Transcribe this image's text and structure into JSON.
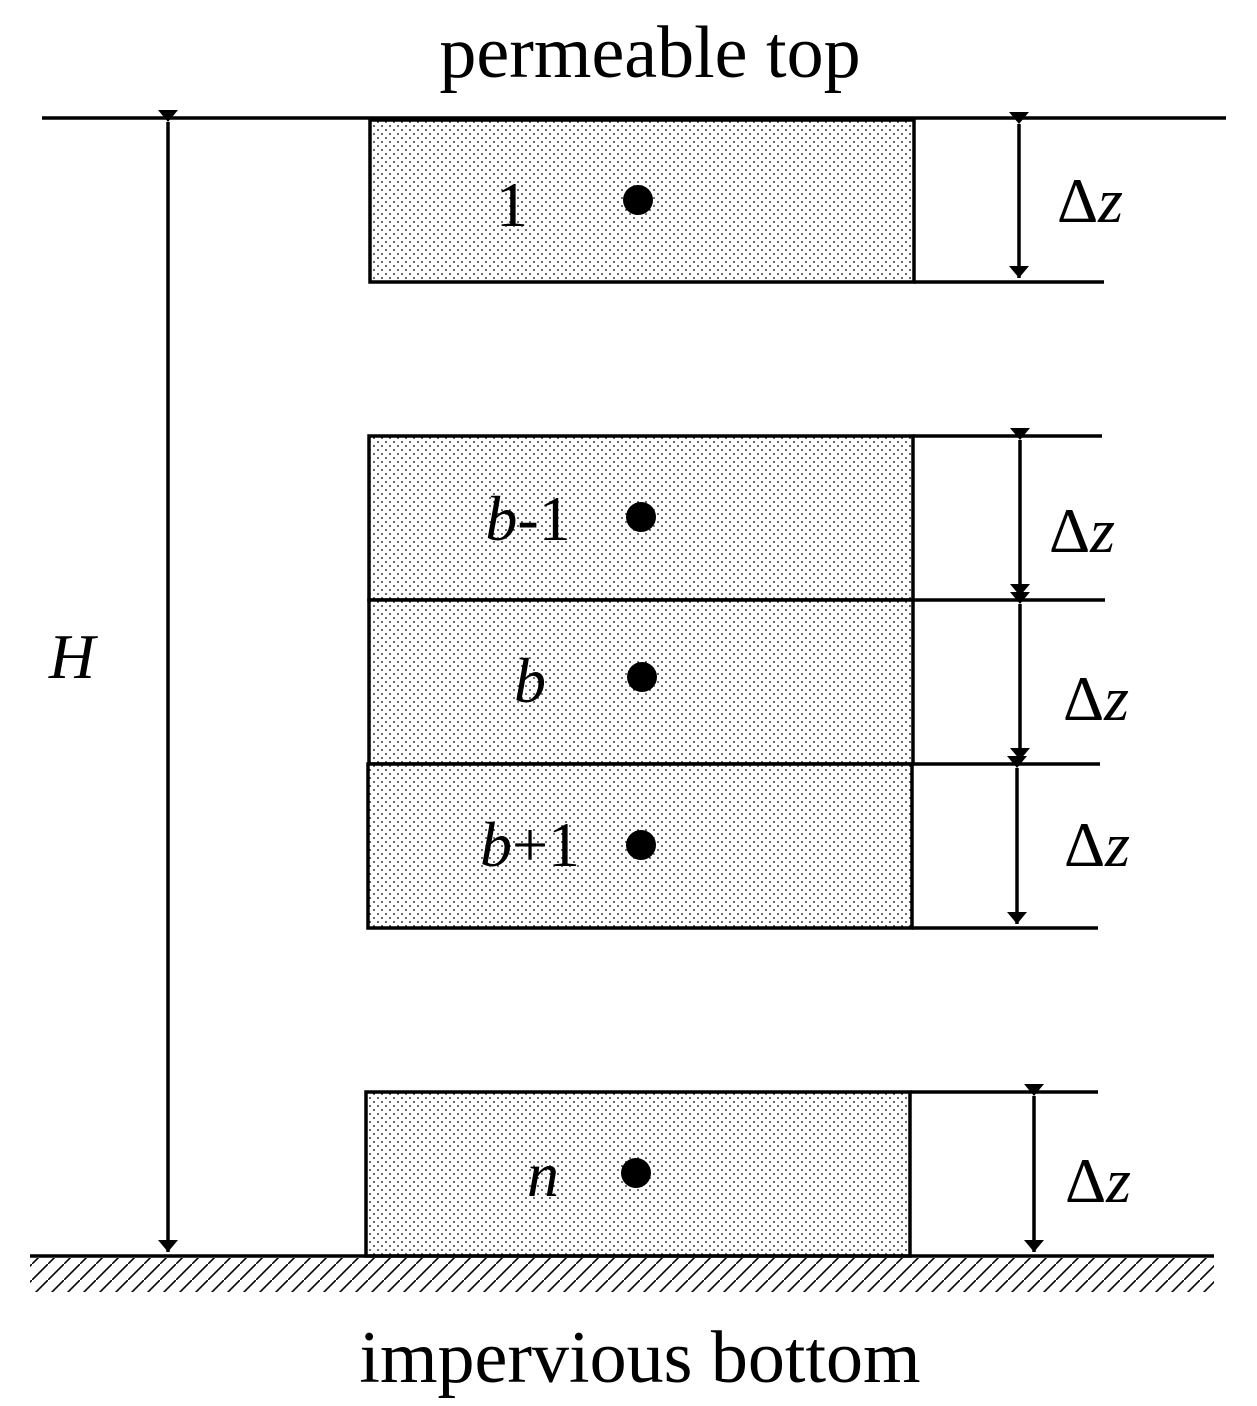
{
  "diagram": {
    "top_label": "permeable top",
    "bottom_label": "impervious bottom",
    "height_label": "H",
    "layers": [
      {
        "id": "layer-1",
        "label": "1",
        "italic_part": "",
        "plain_part": "1"
      },
      {
        "id": "layer-b-minus-1",
        "label": "b-1",
        "italic_part": "b",
        "plain_part": "-1"
      },
      {
        "id": "layer-b",
        "label": "b",
        "italic_part": "b",
        "plain_part": ""
      },
      {
        "id": "layer-b-plus-1",
        "label": "b+1",
        "italic_part": "b",
        "plain_part": "+1"
      },
      {
        "id": "layer-n",
        "label": "n",
        "italic_part": "n",
        "plain_part": ""
      }
    ],
    "thickness_label": {
      "delta": "Δ",
      "variable": "z"
    }
  },
  "colors": {
    "stroke": "#000000",
    "fill_dots": "#000000",
    "background": "#ffffff"
  }
}
